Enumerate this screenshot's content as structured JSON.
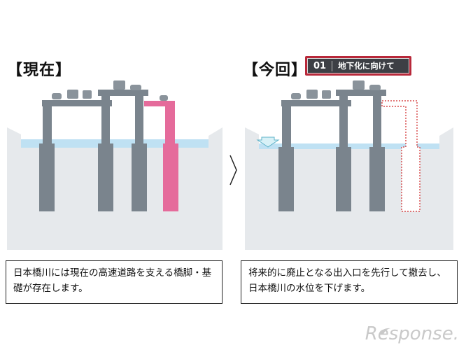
{
  "left_panel": {
    "title": "【現在】",
    "caption": "日本橋川には現在の高速道路を支える橋脚・基礎が存在します。"
  },
  "right_panel": {
    "title": "【今回】",
    "badge_number": "01",
    "badge_text": "地下化に向けて",
    "caption": "将来的に廃止となる出入口を先行して撤去し、日本橋川の水位を下げます。"
  },
  "arrow_symbol": "›",
  "watermark": "Response.",
  "colors": {
    "pier": "#7a848d",
    "ground": "#e6e9ec",
    "water": "#bfe1f3",
    "ramp_highlight": "#e56b9b",
    "ramp_removed_outline": "#d02a2a",
    "badge_red": "#b8283a",
    "badge_dark": "#3d3f45"
  }
}
